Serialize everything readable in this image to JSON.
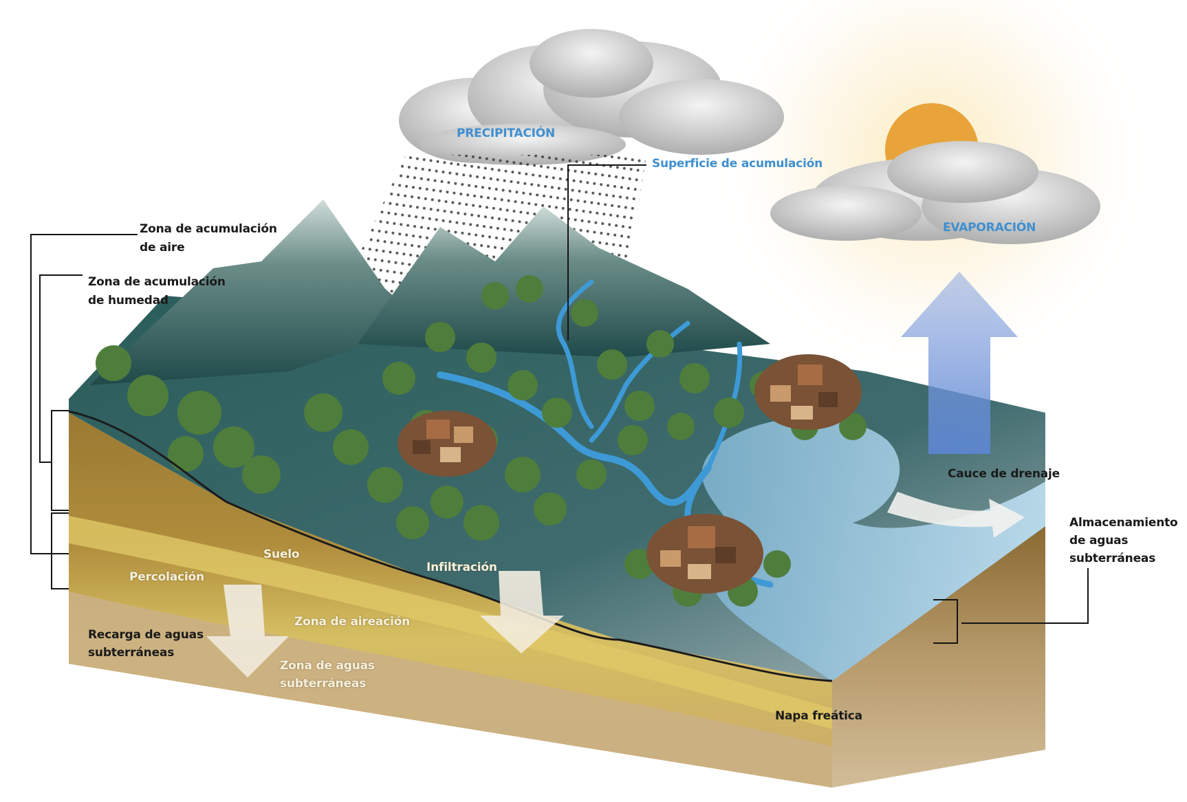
{
  "labels": {
    "precipitacion": "PRECIPITACIÓN",
    "superficie": "Superficie de acumulación",
    "evaporacion": "EVAPORACIÓN",
    "zona_aire_1": "Zona de acumulación",
    "zona_aire_2": "de aire",
    "zona_humedad_1": "Zona de acumulación",
    "zona_humedad_2": "de humedad",
    "cauce": "Cauce de drenaje",
    "almacenamiento_1": "Almacenamiento",
    "almacenamiento_2": "de aguas",
    "almacenamiento_3": "subterráneas",
    "suelo": "Suelo",
    "infiltracion": "Infiltración",
    "percolacion": "Percolación",
    "zona_aireacion": "Zona de aireación",
    "recarga_1": "Recarga de aguas",
    "recarga_2": "subterráneas",
    "zona_aguas_1": "Zona de aguas",
    "zona_aguas_2": "subterráneas",
    "napa": "Napa freática"
  },
  "colors": {
    "label_blue": "#3f8fcf",
    "label_dark": "#141414",
    "label_light": "#f6f1de",
    "water": "#3e9ad6",
    "tree": "#4f7d3c",
    "sun": "#e8a43a",
    "arrow_up": "#4f7fd0",
    "soil": "#b08d3c"
  }
}
